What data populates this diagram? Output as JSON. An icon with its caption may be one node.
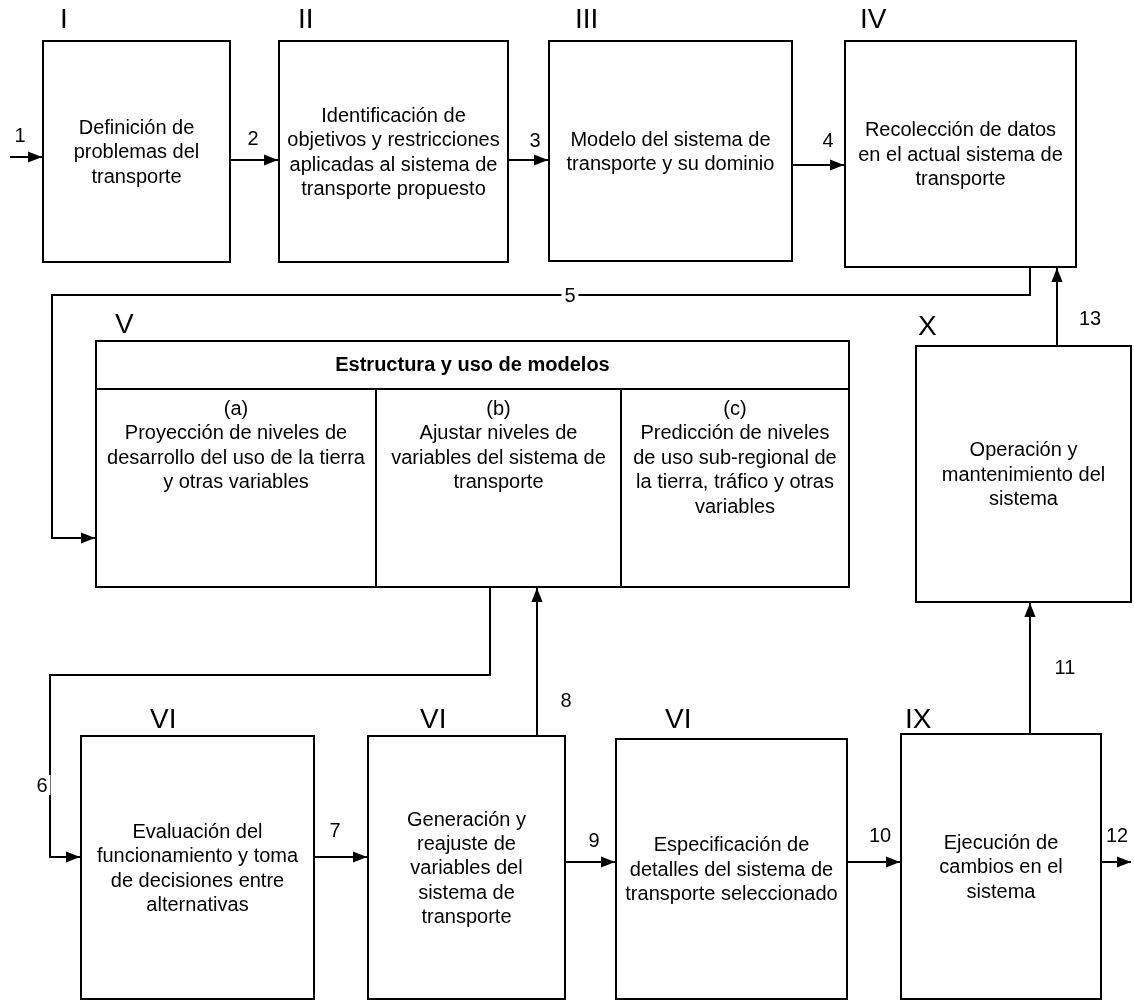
{
  "diagram": {
    "nodes": [
      {
        "text": [
          "Definición de problemas del transporte"
        ],
        "beside": [
          "I"
        ]
      },
      {
        "text": [
          "Identificación de objetivos y restricciones aplicadas al sistema de transporte propuesto"
        ],
        "beside": [
          "II"
        ]
      },
      {
        "text": [
          "Modelo del sistema de transporte y su dominio"
        ],
        "beside": [
          "III"
        ]
      },
      {
        "text": [
          "Recolección de datos en el actual sistema de transporte"
        ],
        "beside": [
          "IV"
        ]
      },
      {
        "text": [
          "Estructura y uso de modelos"
        ],
        "beside": [
          "V"
        ]
      },
      {
        "text": [
          "(a)",
          "Proyección de niveles de desarrollo del uso de la tierra y otras variables"
        ],
        "in": 4
      },
      {
        "text": [
          "(b)",
          "Ajustar niveles de variables del sistema de transporte"
        ],
        "in": 4
      },
      {
        "text": [
          "(c)",
          "Predicción de niveles de uso sub-regional de la tierra, tráfico y otras variables"
        ],
        "in": 4
      },
      {
        "text": [
          "Operación y mantenimiento del sistema"
        ],
        "beside": [
          "X"
        ]
      },
      {
        "text": [
          "Evaluación del funcionamiento y toma de decisiones entre alternativas"
        ],
        "beside": [
          "VI"
        ]
      },
      {
        "text": [
          "Generación y reajuste de variables del sistema de transporte"
        ],
        "beside": [
          "VI"
        ]
      },
      {
        "text": [
          "Especificación de detalles del sistema de transporte seleccionado"
        ],
        "beside": [
          "VI"
        ]
      },
      {
        "text": [
          "Ejecución de cambios en el sistema"
        ],
        "beside": [
          "IX"
        ]
      }
    ],
    "edges": [
      {
        "from": null,
        "to": 0,
        "arrow": "to",
        "label": "1"
      },
      {
        "from": 0,
        "to": 1,
        "arrow": "to",
        "label": "2"
      },
      {
        "from": 1,
        "to": 2,
        "arrow": "to",
        "label": "3"
      },
      {
        "from": 2,
        "to": 3,
        "arrow": "to",
        "label": "4"
      },
      {
        "from": 3,
        "to": 5,
        "arrow": "to",
        "label": "5"
      },
      {
        "from": 6,
        "to": 9,
        "arrow": "to",
        "label": "6"
      },
      {
        "from": 9,
        "to": 10,
        "arrow": "to",
        "label": "7"
      },
      {
        "from": 10,
        "to": 6,
        "arrow": "to",
        "label": "8"
      },
      {
        "from": 10,
        "to": 11,
        "arrow": "to",
        "label": "9"
      },
      {
        "from": 11,
        "to": 12,
        "arrow": "to",
        "label": "10"
      },
      {
        "from": 12,
        "to": 8,
        "arrow": "to",
        "label": "11"
      },
      {
        "from": 12,
        "to": null,
        "arrow": "to",
        "label": "12"
      },
      {
        "from": 8,
        "to": 3,
        "arrow": "to",
        "label": "13"
      }
    ]
  }
}
